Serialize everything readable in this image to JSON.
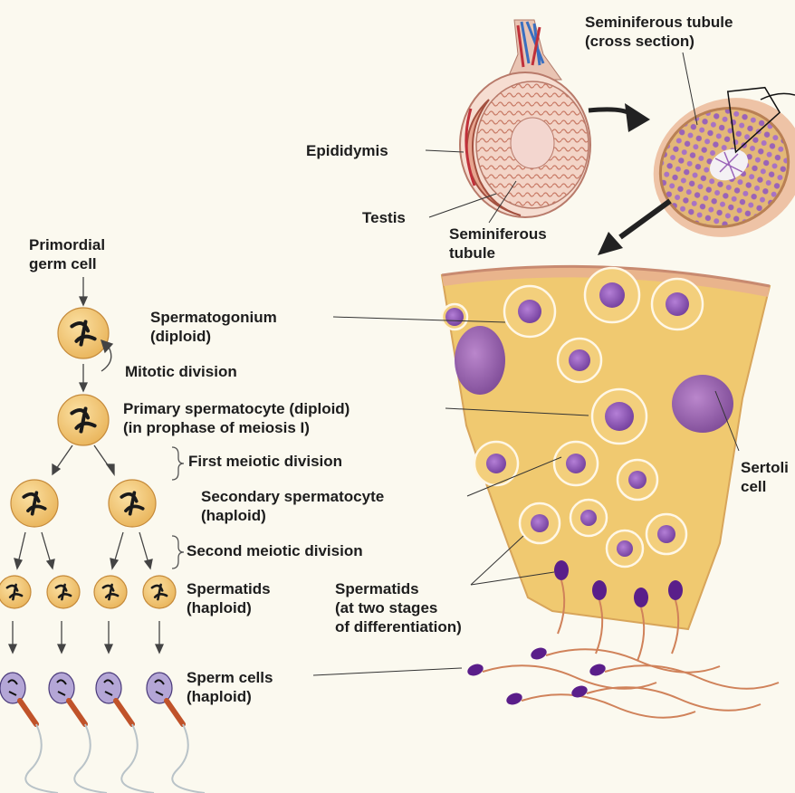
{
  "labels": {
    "seminiferous_cross": [
      "Seminiferous tubule",
      "(cross section)"
    ],
    "epididymis": "Epididymis",
    "testis": "Testis",
    "seminiferous_tubule": [
      "Seminiferous",
      "tubule"
    ],
    "primordial": [
      "Primordial",
      "germ cell"
    ],
    "spermatogonium": [
      "Spermatogonium",
      "(diploid)"
    ],
    "mitotic": "Mitotic division",
    "primary": [
      "Primary spermatocyte (diploid)",
      "(in prophase of meiosis I)"
    ],
    "first_meiotic": "First meiotic division",
    "secondary": [
      "Secondary spermatocyte",
      "(haploid)"
    ],
    "second_meiotic": "Second meiotic division",
    "spermatids_left": [
      "Spermatids",
      "(haploid)"
    ],
    "spermatids_right": [
      "Spermatids",
      "(at two stages",
      "of differentiation)"
    ],
    "sperm_cells": [
      "Sperm cells",
      "(haploid)"
    ],
    "sertoli": [
      "Sertoli",
      "cell"
    ]
  },
  "colors": {
    "background": "#fbf9ef",
    "germ_cell": "#f2c56e",
    "tissue": "#f0c970",
    "nucleus": "#8a4fb0",
    "sperm_head": "#5a1e8a",
    "tail": "#d0825a"
  }
}
